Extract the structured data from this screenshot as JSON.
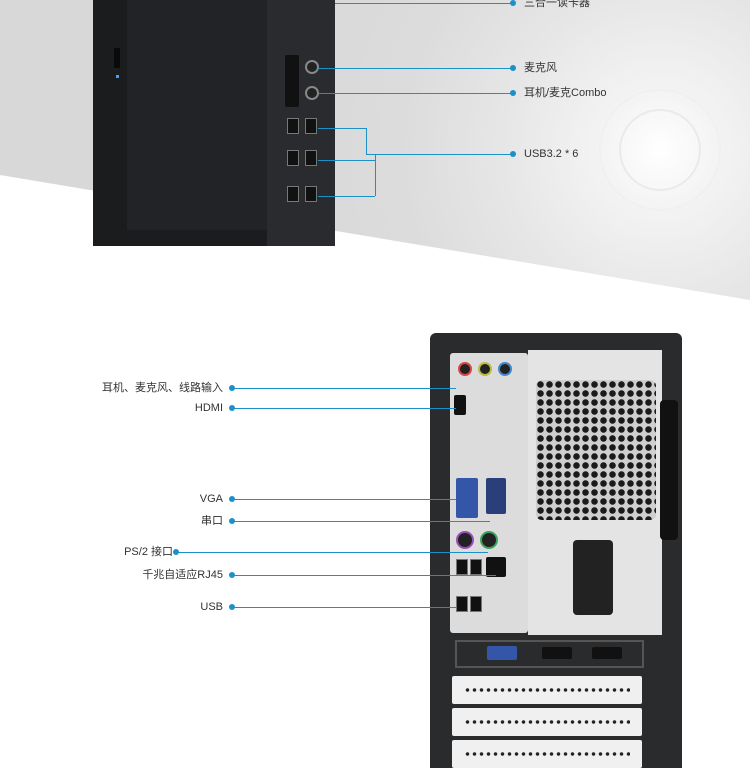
{
  "front_labels": {
    "card_reader": "三合一读卡器",
    "mic": "麦克风",
    "headset_combo": "耳机/麦克Combo",
    "usb": "USB3.2 * 6"
  },
  "rear_labels": {
    "audio": "耳机、麦克风、线路输入",
    "hdmi": "HDMI",
    "vga": "VGA",
    "serial": "串口",
    "ps2": "PS/2 接口",
    "rj45": "千兆自适应RJ45",
    "usb": "USB"
  },
  "colors": {
    "accent": "#1e90c8",
    "chassis": "#1b1c1e"
  }
}
